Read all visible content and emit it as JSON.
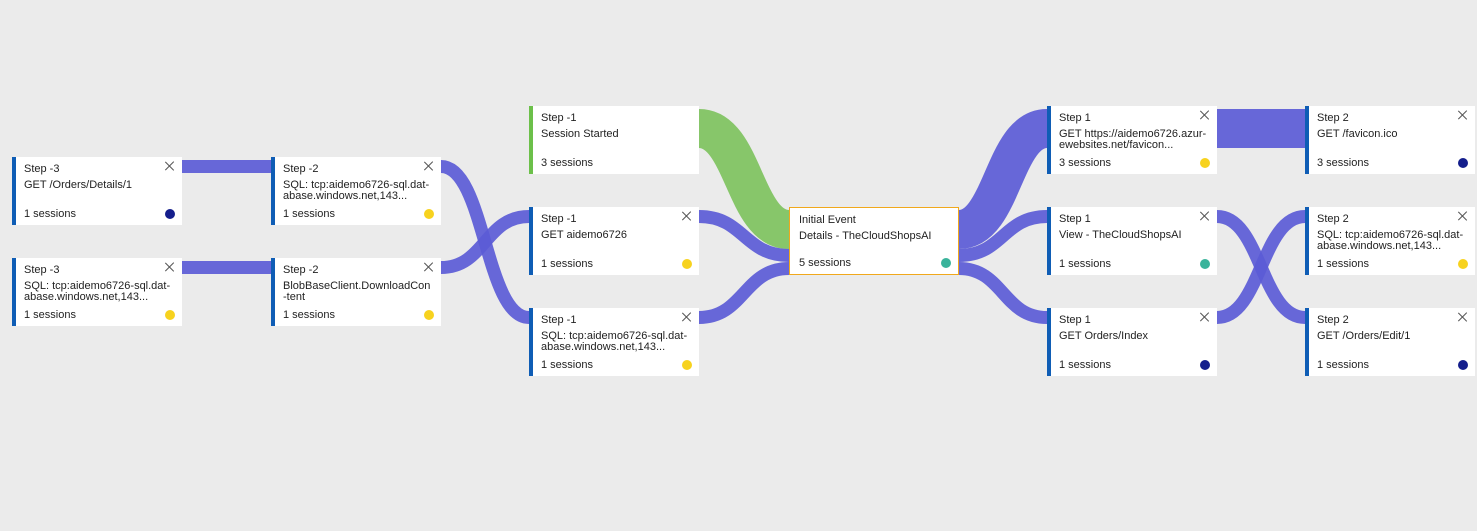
{
  "colors": {
    "flow_blue": "#5b5bd6",
    "flow_green": "#7ec25e",
    "accent_border": "#0f5db5",
    "initial_border": "#f0a81c",
    "dot_navy": "#141e8c",
    "dot_yellow": "#f7d21e",
    "dot_teal": "#3ab39b"
  },
  "nodes": {
    "n_m3a": {
      "step": "Step -3",
      "label": "GET /Orders/Details/1",
      "sessions": "1 sessions",
      "dot": "navy"
    },
    "n_m3b": {
      "step": "Step -3",
      "label": "SQL: tcp:aidemo6726-sql.dat-abase.windows.net,143...",
      "sessions": "1 sessions",
      "dot": "yellow"
    },
    "n_m2a": {
      "step": "Step -2",
      "label": "SQL: tcp:aidemo6726-sql.dat-abase.windows.net,143...",
      "sessions": "1 sessions",
      "dot": "yellow"
    },
    "n_m2b": {
      "step": "Step -2",
      "label": "BlobBaseClient.DownloadCon-tent",
      "sessions": "1 sessions",
      "dot": "yellow"
    },
    "n_m1a": {
      "step": "Step -1",
      "label": "Session Started",
      "sessions": "3 sessions",
      "dot": ""
    },
    "n_m1b": {
      "step": "Step -1",
      "label": "GET aidemo6726",
      "sessions": "1 sessions",
      "dot": "yellow"
    },
    "n_m1c": {
      "step": "Step -1",
      "label": "SQL: tcp:aidemo6726-sql.dat-abase.windows.net,143...",
      "sessions": "1 sessions",
      "dot": "yellow"
    },
    "n_init": {
      "step": "Initial Event",
      "label": "Details - TheCloudShopsAI",
      "sessions": "5 sessions",
      "dot": "teal"
    },
    "n_1a": {
      "step": "Step 1",
      "label": "GET https://aidemo6726.azur-ewebsites.net/favicon...",
      "sessions": "3 sessions",
      "dot": "yellow"
    },
    "n_1b": {
      "step": "Step 1",
      "label": "View - TheCloudShopsAI",
      "sessions": "1 sessions",
      "dot": "teal"
    },
    "n_1c": {
      "step": "Step 1",
      "label": "GET Orders/Index",
      "sessions": "1 sessions",
      "dot": "navy"
    },
    "n_2a": {
      "step": "Step 2",
      "label": "GET /favicon.ico",
      "sessions": "3 sessions",
      "dot": "navy"
    },
    "n_2b": {
      "step": "Step 2",
      "label": "SQL: tcp:aidemo6726-sql.dat-abase.windows.net,143...",
      "sessions": "1 sessions",
      "dot": "yellow"
    },
    "n_2c": {
      "step": "Step 2",
      "label": "GET /Orders/Edit/1",
      "sessions": "1 sessions",
      "dot": "navy"
    }
  },
  "flows": [
    {
      "from": "n_m3a",
      "to": "n_m2a",
      "sessions": 1,
      "color": "blue"
    },
    {
      "from": "n_m3b",
      "to": "n_m2b",
      "sessions": 1,
      "color": "blue"
    },
    {
      "from": "n_m2a",
      "to": "n_m1c",
      "sessions": 1,
      "color": "blue"
    },
    {
      "from": "n_m2b",
      "to": "n_m1b",
      "sessions": 1,
      "color": "blue"
    },
    {
      "from": "n_m1a",
      "to": "n_init",
      "sessions": 3,
      "color": "green"
    },
    {
      "from": "n_m1b",
      "to": "n_init",
      "sessions": 1,
      "color": "blue"
    },
    {
      "from": "n_m1c",
      "to": "n_init",
      "sessions": 1,
      "color": "blue"
    },
    {
      "from": "n_init",
      "to": "n_1a",
      "sessions": 3,
      "color": "blue"
    },
    {
      "from": "n_init",
      "to": "n_1b",
      "sessions": 1,
      "color": "blue"
    },
    {
      "from": "n_init",
      "to": "n_1c",
      "sessions": 1,
      "color": "blue"
    },
    {
      "from": "n_1a",
      "to": "n_2a",
      "sessions": 3,
      "color": "blue"
    },
    {
      "from": "n_1b",
      "to": "n_2c",
      "sessions": 1,
      "color": "blue"
    },
    {
      "from": "n_1c",
      "to": "n_2b",
      "sessions": 1,
      "color": "blue"
    }
  ]
}
